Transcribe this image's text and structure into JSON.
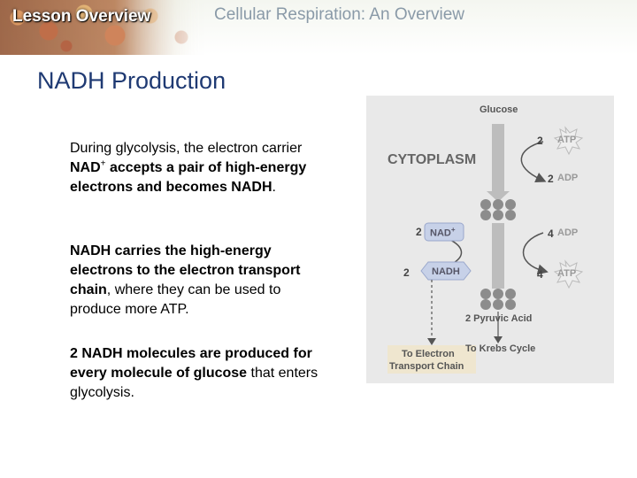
{
  "header": {
    "lesson_label": "Lesson Overview",
    "title": "Cellular Respiration: An Overview"
  },
  "heading": "NADH Production",
  "paragraphs": {
    "p1": {
      "a": "During glycolysis, the electron carrier ",
      "b": "NAD",
      "sup": "+",
      "c": " accepts a pair of high-energy electrons and ",
      "d": "becomes NADH",
      "e": "."
    },
    "p2": {
      "a": "NADH carries the high-energy electrons to the electron transport chain",
      "b": ", where they can be used to produce more ATP."
    },
    "p3": {
      "a": "2 NADH molecules are produced",
      "b": " for every molecule of glucose",
      "c": " that enters glycolysis."
    }
  },
  "diagram": {
    "glucose": "Glucose",
    "cytoplasm": "CYTOPLASM",
    "atp_in_count": "2",
    "atp_in": "ATP",
    "adp_out_count": "2",
    "adp_out": "ADP",
    "nad_count": "2",
    "nad": "NAD",
    "nad_sup": "+",
    "adp_in_count": "4",
    "adp_in": "ADP",
    "nadh_count": "2",
    "nadh": "NADH",
    "atp_out_count": "4",
    "atp_out": "ATP",
    "pyruvic": "2 Pyruvic Acid",
    "etc_line1": "To Electron",
    "etc_line2": "Transport Chain",
    "krebs": "To Krebs Cycle",
    "colors": {
      "ball": "#8c8c8c",
      "badge": "#c7d1e8",
      "atp_star": "#eeeeee",
      "arrow": "#b5b5b5"
    }
  }
}
